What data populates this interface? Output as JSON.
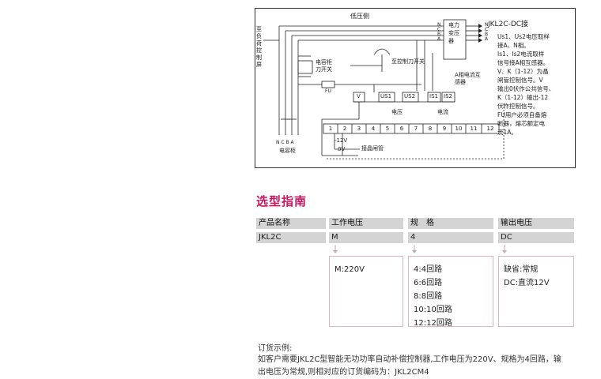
{
  "diagram": {
    "model_label": "JKL2C-DC接",
    "low_voltage_side": "低压侧",
    "left_label": "至负荷控制屏",
    "cap_knife_switch": "电容柜刀开关",
    "main_knife_switch": "至控制刀开关",
    "pt_label": "电力变压器",
    "ct_label": "A相电流互感器",
    "phases_right": [
      "N",
      "C",
      "B",
      "A"
    ],
    "phases_top": [
      "N",
      "C",
      "B",
      "A"
    ],
    "fu": "FU",
    "terminal_v": "V",
    "us1": "US1",
    "us2": "US2",
    "is1": "IS1",
    "is2": "IS2",
    "voltage_label": "电压",
    "current_label": "电流",
    "terminals": [
      "1",
      "2",
      "3",
      "4",
      "5",
      "6",
      "7",
      "8",
      "9",
      "10",
      "11",
      "12"
    ],
    "neg12v": "-12V",
    "zero_v": "0V",
    "thyristor": "接晶闸管",
    "bottom_phases": "N C B A",
    "cap_cabinet": "电容柜",
    "notes": [
      "Us1、Us2电压取样",
      "接A、N相。",
      "Is1、Is2电流取样",
      "信号接A相互感器。",
      "V、K（1-12）为晶",
      "闸管控制信号。V",
      "输出0伏作公共信号、",
      "K（1-12）输出-12",
      "伏作控制信号。",
      "FU用户必须自备熔",
      "断器，熔芯额定电",
      "流1A。"
    ]
  },
  "selection": {
    "title": "选型指南",
    "headers": [
      "产品名称",
      "工作电压",
      "规　格",
      "输出电压"
    ],
    "values": [
      "JKL2C",
      "M",
      "4",
      "DC"
    ],
    "voltage_options": [
      "M:220V"
    ],
    "spec_options": [
      "4:4回路",
      "6:6回路",
      "8:8回路",
      "10:10回路",
      "12:12回路"
    ],
    "output_options": [
      "缺省:常规",
      "DC:直流12V"
    ]
  },
  "order": {
    "label": "订货示例:",
    "line1": "如客户需要JKL2C型智能无功功率自动补偿控制器,工作电压为220V、规格为4回路，输",
    "line2": "出电压为常规,则相对应的订货编码为：JKL2CM4"
  },
  "colors": {
    "accent": "#c8175f",
    "header_bg": "#d4d4d4",
    "box_border": "#d8b6c4"
  }
}
